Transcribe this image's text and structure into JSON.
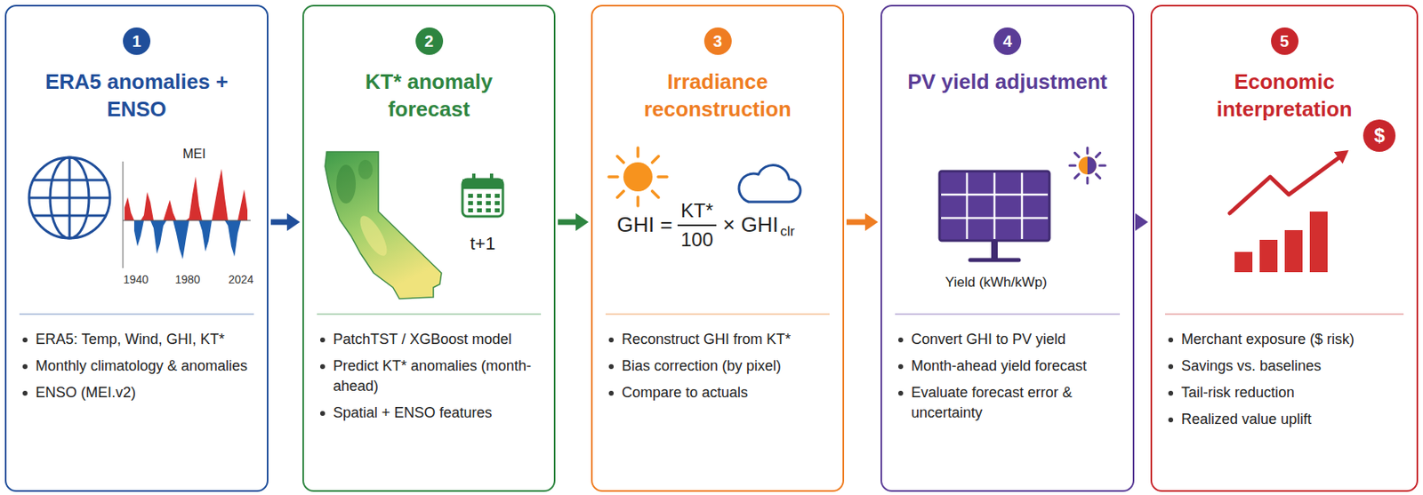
{
  "diagram": {
    "nodes": [
      {
        "text": [
          "ERA5 anomalies + ENSO",
          "ERA5: Temp, Wind, GHI, KT*",
          "Monthly climatology & anomalies",
          "ENSO (MEI.v2)"
        ]
      },
      {
        "text": [
          "1"
        ],
        "in": 0
      },
      {
        "text": [
          "KT* anomaly forecast",
          "PatchTST / XGBoost model",
          "Predict KT* anomalies (month-ahead)",
          "Spatial + ENSO features"
        ]
      },
      {
        "text": [
          "2"
        ],
        "in": 2
      },
      {
        "text": [
          "Irradiance reconstruction",
          "Reconstruct GHI from KT*",
          "Bias correction (by pixel)",
          "Compare to actuals"
        ]
      },
      {
        "text": [
          "3"
        ],
        "in": 4
      },
      {
        "text": [
          "PV yield adjustment",
          "Convert GHI to PV yield",
          "Month-ahead yield forecast",
          "Evaluate forecast error & uncertainty"
        ]
      },
      {
        "text": [
          "4"
        ],
        "in": 6
      },
      {
        "text": [
          "Economic interpretation",
          "Merchant exposure ($ risk)",
          "Savings vs. baselines",
          "Tail-risk reduction",
          "Realized value uplift"
        ]
      },
      {
        "text": [
          "5"
        ],
        "in": 8
      }
    ],
    "edges": [
      {
        "from": 0,
        "to": 2,
        "arrow": "to"
      },
      {
        "from": 2,
        "to": 4,
        "arrow": "to"
      },
      {
        "from": 4,
        "to": 6,
        "arrow": "to"
      },
      {
        "from": 6,
        "to": 8,
        "arrow": "to"
      }
    ],
    "labels": [
      "MEI",
      "1940",
      "1980",
      "2024",
      "t+1",
      "GHI =",
      "KT*",
      "100",
      "× GHI",
      "clr",
      "Yield (kWh/kWp)",
      "$"
    ]
  }
}
